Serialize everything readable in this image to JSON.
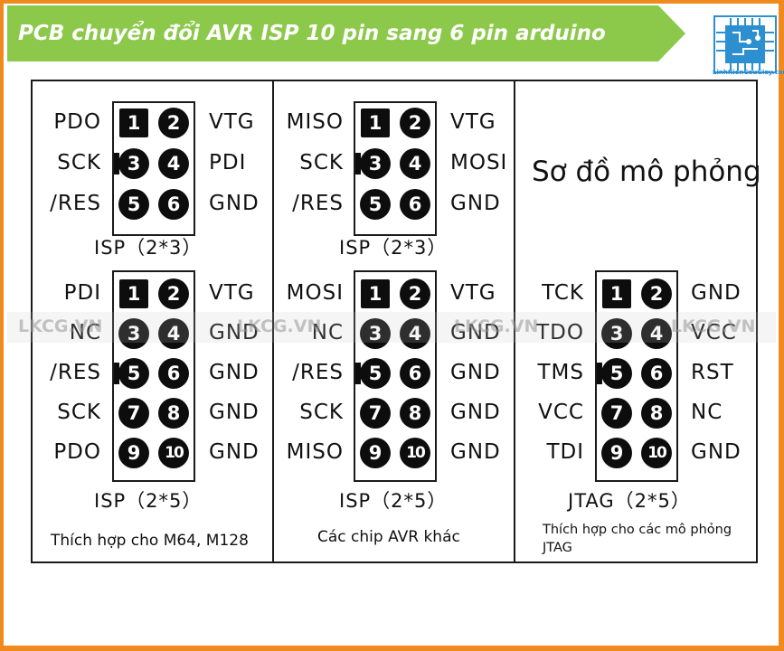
{
  "title": "PCB chuyển đổi AVR ISP 10 pin sang 6 pin arduino",
  "logo_text": "LinhKienCauGiay.com",
  "watermark": "LKCG.VN",
  "heading": "Sơ đồ mô phỏng",
  "colors": {
    "banner": "#8cc94a",
    "frame": "#f08a1e",
    "logo": "#2b8fd0"
  },
  "connectors": [
    {
      "id": "isp6-left",
      "caption": "ISP（2*3）",
      "left_labels": [
        "PDO",
        "SCK",
        "/RES"
      ],
      "right_labels": [
        "VTG",
        "PDI",
        "GND"
      ],
      "pins": [
        "1",
        "2",
        "3",
        "4",
        "5",
        "6"
      ]
    },
    {
      "id": "isp6-middle",
      "caption": "ISP（2*3）",
      "left_labels": [
        "MISO",
        "SCK",
        "/RES"
      ],
      "right_labels": [
        "VTG",
        "MOSI",
        "GND"
      ],
      "pins": [
        "1",
        "2",
        "3",
        "4",
        "5",
        "6"
      ]
    },
    {
      "id": "isp10-left",
      "caption": "ISP（2*5）",
      "left_labels": [
        "PDI",
        "NC",
        "/RES",
        "SCK",
        "PDO"
      ],
      "right_labels": [
        "VTG",
        "GND",
        "GND",
        "GND",
        "GND"
      ],
      "pins": [
        "1",
        "2",
        "3",
        "4",
        "5",
        "6",
        "7",
        "8",
        "9",
        "10"
      ]
    },
    {
      "id": "isp10-middle",
      "caption": "ISP（2*5）",
      "left_labels": [
        "MOSI",
        "NC",
        "/RES",
        "SCK",
        "MISO"
      ],
      "right_labels": [
        "VTG",
        "GND",
        "GND",
        "GND",
        "GND"
      ],
      "pins": [
        "1",
        "2",
        "3",
        "4",
        "5",
        "6",
        "7",
        "8",
        "9",
        "10"
      ]
    },
    {
      "id": "jtag10-right",
      "caption": "JTAG（2*5）",
      "left_labels": [
        "TCK",
        "TDO",
        "TMS",
        "VCC",
        "TDI"
      ],
      "right_labels": [
        "GND",
        "VCC",
        "RST",
        "NC",
        "GND"
      ],
      "pins": [
        "1",
        "2",
        "3",
        "4",
        "5",
        "6",
        "7",
        "8",
        "9",
        "10"
      ]
    }
  ],
  "footers": {
    "left": "Thích hợp cho M64, M128",
    "middle": "Các chip AVR khác",
    "right_line1": "Thích hợp cho các mô phỏng",
    "right_line2": "JTAG"
  }
}
